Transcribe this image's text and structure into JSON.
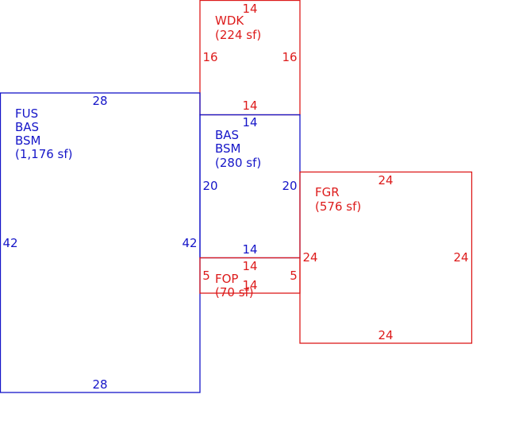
{
  "colors": {
    "blue": "#1515c8",
    "red": "#dd1b1b",
    "background": "#ffffff"
  },
  "areas": {
    "fus": {
      "color": "blue",
      "label_lines": [
        "FUS",
        "BAS",
        "BSM",
        "(1,176 sf)"
      ],
      "dims": {
        "top": "28",
        "bottom": "28",
        "left": "42",
        "right": "42"
      }
    },
    "wdk": {
      "color": "red",
      "label_lines": [
        "WDK",
        "(224 sf)"
      ],
      "dims": {
        "top": "14",
        "bottom": "14",
        "left": "16",
        "right": "16"
      }
    },
    "bas": {
      "color": "blue",
      "label_lines": [
        "BAS",
        "BSM",
        "(280 sf)"
      ],
      "dims": {
        "top": "14",
        "bottom": "14",
        "left": "20",
        "right": "20"
      }
    },
    "fop": {
      "color": "red",
      "label_lines": [
        "FOP",
        "(70 sf)"
      ],
      "dims": {
        "top": "14",
        "bottom": "14",
        "left": "5",
        "right": "5"
      }
    },
    "fgr": {
      "color": "red",
      "label_lines": [
        "FGR",
        "(576 sf)"
      ],
      "dims": {
        "top": "24",
        "bottom": "24",
        "left": "24",
        "right": "24"
      }
    }
  }
}
